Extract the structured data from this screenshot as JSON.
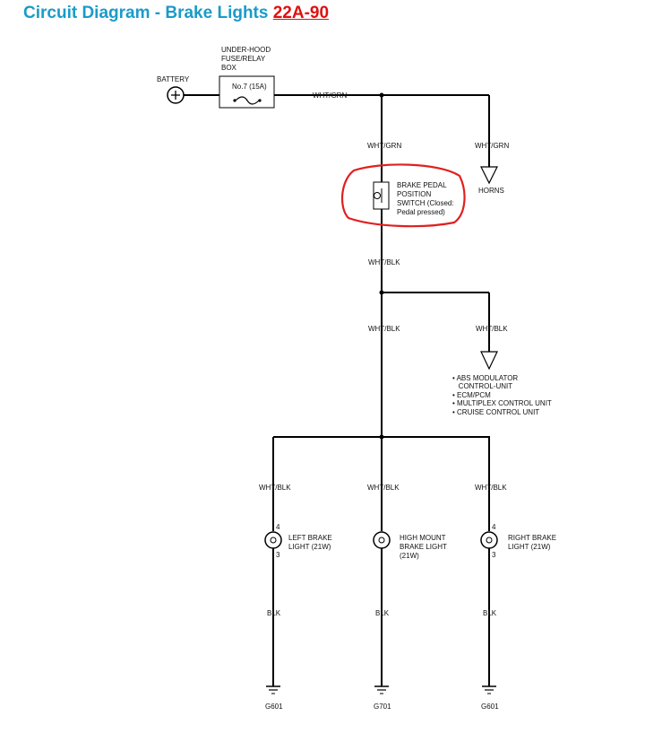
{
  "header": {
    "title": "Circuit Diagram - Brake Lights",
    "link_text": "22A-90",
    "title_color": "#1a9bc9",
    "link_color": "#e01010"
  },
  "diagram": {
    "battery_label": "BATTERY",
    "fuse_box_label_lines": [
      "UNDER-HOOD",
      "FUSE/RELAY",
      "BOX"
    ],
    "fuse_label": "No.7 (15A)",
    "wire_from_fuse": "WHT/GRN",
    "wire_to_switch": "WHT/GRN",
    "wire_to_horns": "WHT/GRN",
    "horns_label": "HORNS",
    "switch_label_lines": [
      "BRAKE PEDAL",
      "POSITION",
      "SWITCH (Closed:",
      "Pedal pressed)"
    ],
    "wire_below_switch": "WHT/BLK",
    "wire_lower_trunk": "WHT/BLK",
    "wire_to_modules": "WHT/BLK",
    "modules_list": [
      "• ABS MODULATOR",
      "   CONTROL-UNIT",
      "• ECM/PCM",
      "• MULTIPLEX CONTROL UNIT",
      "• CRUISE CONTROL UNIT"
    ],
    "lights": [
      {
        "wire_top": "WHT/BLK",
        "pin_top": "4",
        "pin_bottom": "3",
        "label_lines": [
          "LEFT BRAKE",
          "LIGHT (21W)"
        ],
        "wire_bottom": "BLK",
        "ground": "G601"
      },
      {
        "wire_top": "WHT/BLK",
        "pin_top": "",
        "pin_bottom": "",
        "label_lines": [
          "HIGH MOUNT",
          "BRAKE LIGHT",
          "(21W)"
        ],
        "wire_bottom": "BLK",
        "ground": "G701"
      },
      {
        "wire_top": "WHT/BLK",
        "pin_top": "4",
        "pin_bottom": "3",
        "label_lines": [
          "RIGHT BRAKE",
          "LIGHT (21W)"
        ],
        "wire_bottom": "BLK",
        "ground": "G601"
      }
    ],
    "highlight_color": "#e02020"
  }
}
